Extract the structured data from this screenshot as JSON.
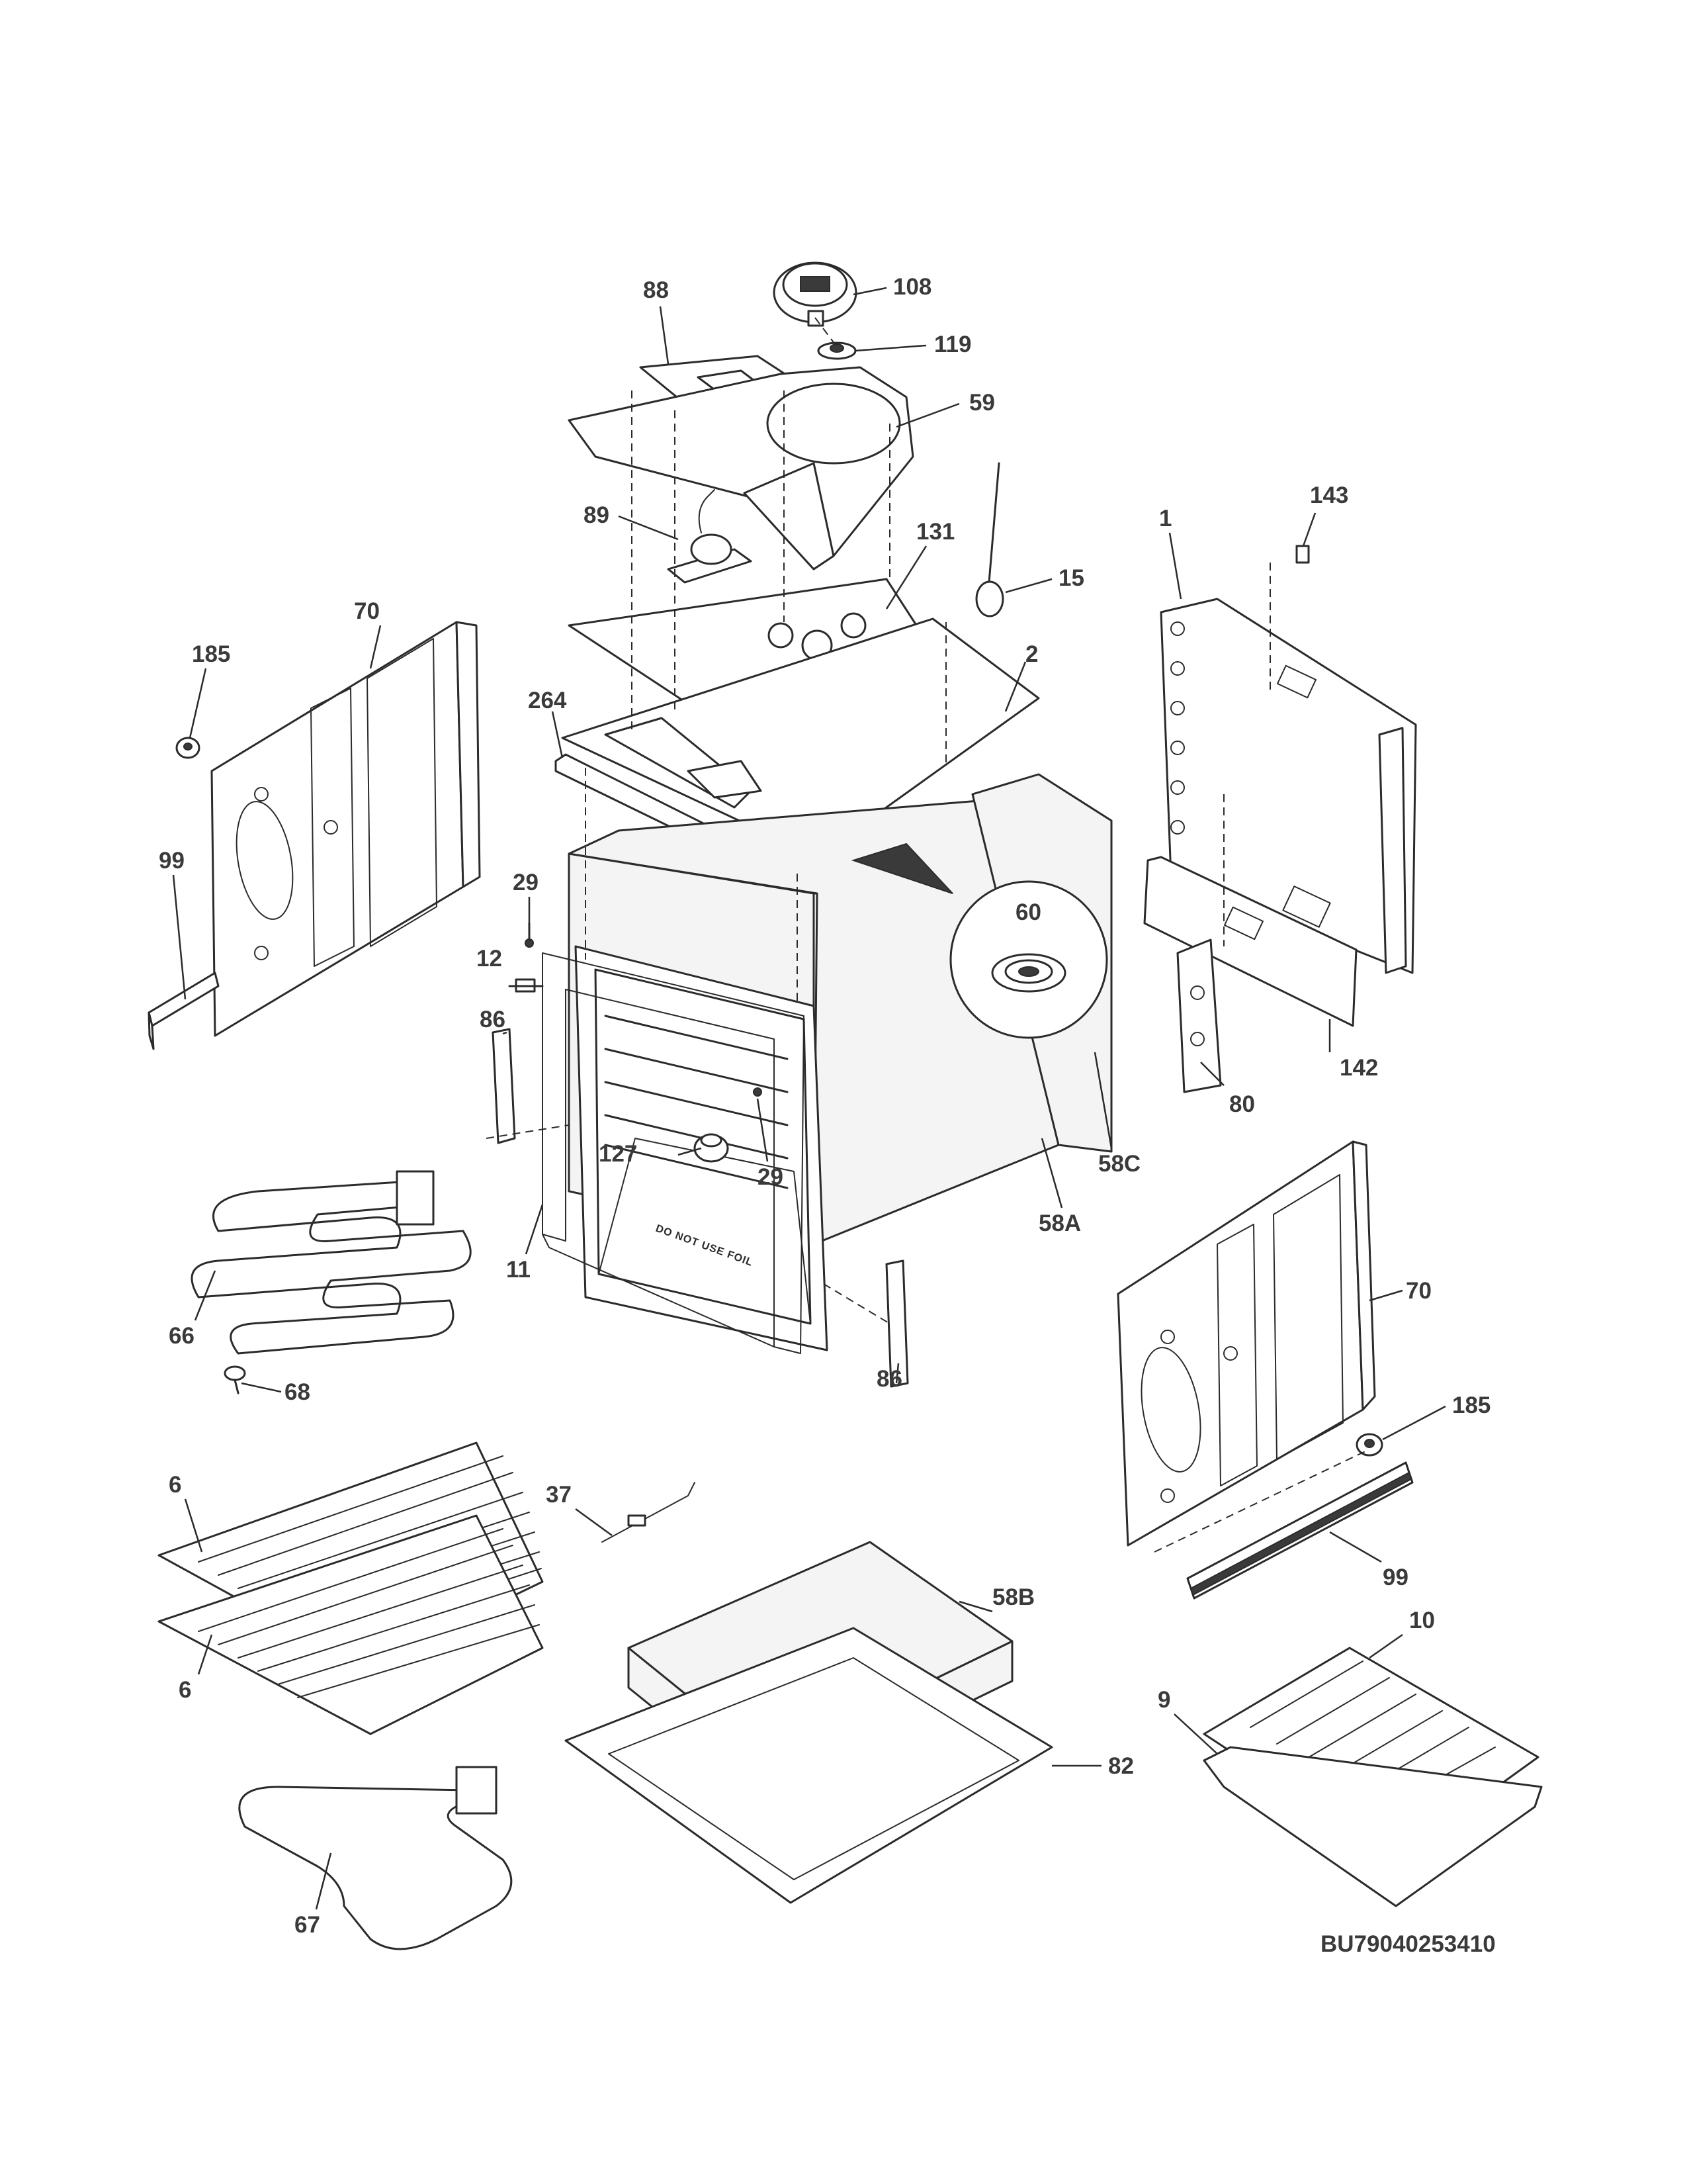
{
  "diagram_id": "BU79040253410",
  "stamp_text": "DO NOT USE FOIL",
  "callouts": [
    {
      "id": "c88",
      "label": "88"
    },
    {
      "id": "c108",
      "label": "108"
    },
    {
      "id": "c119",
      "label": "119"
    },
    {
      "id": "c59",
      "label": "59"
    },
    {
      "id": "c89",
      "label": "89"
    },
    {
      "id": "c131",
      "label": "131"
    },
    {
      "id": "c15",
      "label": "15"
    },
    {
      "id": "c143",
      "label": "143"
    },
    {
      "id": "c1",
      "label": "1"
    },
    {
      "id": "c70a",
      "label": "70"
    },
    {
      "id": "c185a",
      "label": "185"
    },
    {
      "id": "c2",
      "label": "2"
    },
    {
      "id": "c264",
      "label": "264"
    },
    {
      "id": "c99a",
      "label": "99"
    },
    {
      "id": "c29a",
      "label": "29"
    },
    {
      "id": "c60",
      "label": "60"
    },
    {
      "id": "c12",
      "label": "12"
    },
    {
      "id": "c142",
      "label": "142"
    },
    {
      "id": "c86a",
      "label": "86"
    },
    {
      "id": "c80",
      "label": "80"
    },
    {
      "id": "c127",
      "label": "127"
    },
    {
      "id": "c29b",
      "label": "29"
    },
    {
      "id": "c58c",
      "label": "58C"
    },
    {
      "id": "c58a",
      "label": "58A"
    },
    {
      "id": "c11",
      "label": "11"
    },
    {
      "id": "c66",
      "label": "66"
    },
    {
      "id": "c70b",
      "label": "70"
    },
    {
      "id": "c86b",
      "label": "86"
    },
    {
      "id": "c68",
      "label": "68"
    },
    {
      "id": "c185b",
      "label": "185"
    },
    {
      "id": "c6a",
      "label": "6"
    },
    {
      "id": "c37",
      "label": "37"
    },
    {
      "id": "c99b",
      "label": "99"
    },
    {
      "id": "c58b",
      "label": "58B"
    },
    {
      "id": "c10",
      "label": "10"
    },
    {
      "id": "c6b",
      "label": "6"
    },
    {
      "id": "c9",
      "label": "9"
    },
    {
      "id": "c82",
      "label": "82"
    },
    {
      "id": "c67",
      "label": "67"
    }
  ]
}
